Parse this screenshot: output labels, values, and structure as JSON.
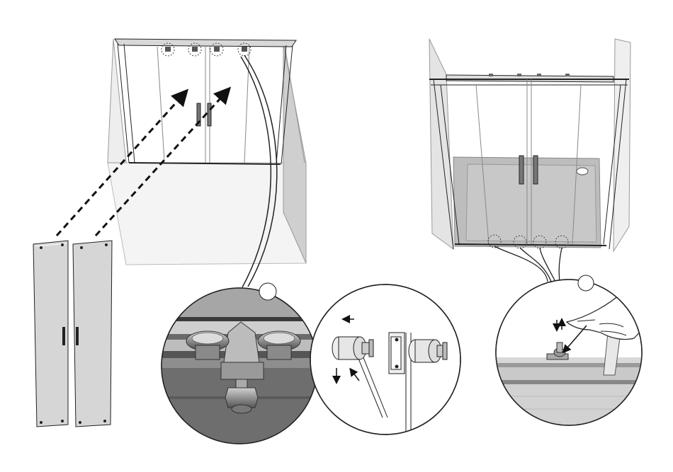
{
  "diagram": {
    "steps": [
      {
        "id": "hang-doors",
        "panels": 2,
        "rollers": 4
      },
      {
        "id": "roller-closeup"
      },
      {
        "id": "roller-mounting"
      },
      {
        "id": "adjust-bottom-guides",
        "guides": 4
      }
    ],
    "icons": [
      "door-panel-icon",
      "roller-icon",
      "hex-nut-icon",
      "hand-icon",
      "up-down-arrow-icon",
      "curved-arrow-icon"
    ],
    "colors": {
      "line": "#222222",
      "glass": "#d6d6d6",
      "tray": "#bdbdbd",
      "metal_dark": "#4a4a4a",
      "metal_mid": "#8a8a8a",
      "metal_light": "#c8c8c8"
    }
  }
}
